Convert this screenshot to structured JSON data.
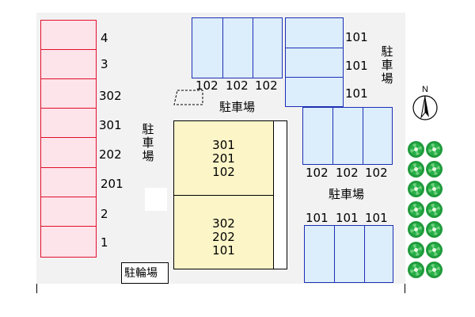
{
  "left_column": {
    "labels": [
      "4",
      "3",
      "302",
      "301",
      "202",
      "201",
      "2",
      "1"
    ]
  },
  "parking_vertical_left": "駐車場",
  "parking_vertical_right": "駐車場",
  "top_center": {
    "labels": [
      "102",
      "102",
      "102"
    ],
    "parking": "駐車場"
  },
  "top_right_stack": {
    "labels": [
      "101",
      "101",
      "101"
    ]
  },
  "right_middle": {
    "labels": [
      "102",
      "102",
      "102"
    ],
    "parking": "駐車場"
  },
  "right_bottom": {
    "labels": [
      "101",
      "101",
      "101"
    ]
  },
  "building": {
    "upper_units": [
      "301",
      "201",
      "102"
    ],
    "lower_units": [
      "302",
      "202",
      "101"
    ]
  },
  "bicycle_parking": "駐輪場",
  "compass": {
    "label": "N"
  },
  "colors": {
    "pink_fill": "#fde3ea",
    "pink_border": "#e0102c",
    "blue_fill": "#dcedfb",
    "blue_border": "#1c2fb5",
    "building_fill": "#fbf5c8",
    "tree": "#27b048"
  }
}
